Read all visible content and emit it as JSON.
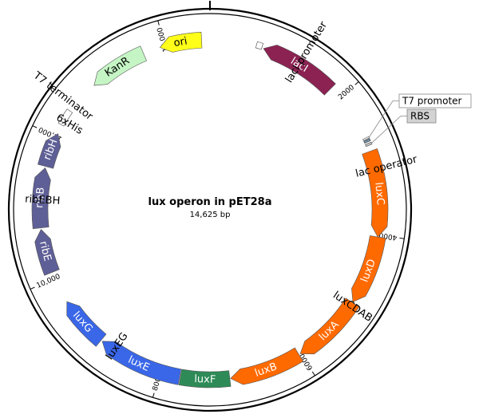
{
  "map": {
    "title": "lux operon in pET28a",
    "length_label": "14,625 bp",
    "length_bp": 14625
  },
  "ticks": [
    {
      "label": "2000",
      "bp": 2000
    },
    {
      "label": "4000",
      "bp": 4000
    },
    {
      "label": "6000",
      "bp": 6000
    },
    {
      "label": "8000",
      "bp": 8000
    },
    {
      "label": "10,000",
      "bp": 10000
    },
    {
      "label": "12,000",
      "bp": 12000
    },
    {
      "label": "14,000",
      "bp": 14000
    }
  ],
  "features": [
    {
      "name": "lacI",
      "color": "#8b2252",
      "text_color": "#ffffff",
      "strand": "reverse",
      "start": 745,
      "end": 1824
    },
    {
      "name": "luxC",
      "color": "#ff6a00",
      "text_color": "#ffffff",
      "strand": "forward",
      "start": 2840,
      "end": 4030
    },
    {
      "name": "luxD",
      "color": "#ff6a00",
      "text_color": "#ffffff",
      "strand": "forward",
      "start": 4030,
      "end": 4990
    },
    {
      "name": "luxA",
      "color": "#ff6a00",
      "text_color": "#ffffff",
      "strand": "forward",
      "start": 5000,
      "end": 6010
    },
    {
      "name": "luxB",
      "color": "#ff6a00",
      "text_color": "#ffffff",
      "strand": "forward",
      "start": 6030,
      "end": 7030
    },
    {
      "name": "luxF",
      "color": "#2e8b57",
      "text_color": "#ffffff",
      "strand": "none",
      "start": 7040,
      "end": 7720
    },
    {
      "name": "luxE",
      "color": "#3a67e8",
      "text_color": "#ffffff",
      "strand": "forward",
      "start": 7730,
      "end": 8910
    },
    {
      "name": "luxG",
      "color": "#3a67e8",
      "text_color": "#ffffff",
      "strand": "forward",
      "start": 8930,
      "end": 9640
    },
    {
      "name": "ribE",
      "color": "#5f5f97",
      "text_color": "#ffffff",
      "strand": "forward",
      "start": 10090,
      "end": 10700
    },
    {
      "name": "ribB",
      "color": "#5f5f97",
      "text_color": "#ffffff",
      "strand": "forward",
      "start": 10720,
      "end": 11550
    },
    {
      "name": "ribH",
      "color": "#5f5f97",
      "text_color": "#ffffff",
      "strand": "forward",
      "start": 11570,
      "end": 12050
    },
    {
      "name": "KanR",
      "color": "#c5f5c5",
      "text_color": "#000000",
      "strand": "reverse",
      "start": 12880,
      "end": 13690
    },
    {
      "name": "ori",
      "color": "#ffff1a",
      "text_color": "#000000",
      "strand": "reverse",
      "start": 13930,
      "end": 14510
    }
  ],
  "small_features": [
    {
      "name": "lac operator",
      "color": "#6f8fa8",
      "start": 2680,
      "end": 2710
    },
    {
      "name": "RBS",
      "color": "#bfbfbf",
      "start": 2730,
      "end": 2760
    },
    {
      "name": "T7 promoter",
      "color": "#ffffff",
      "start": 2650,
      "end": 2670
    },
    {
      "name": "lacI promoter",
      "color": "#ffffff",
      "start": 640,
      "end": 720
    },
    {
      "name": "6xHis",
      "color": "#ffffff",
      "start": 12180,
      "end": 12220
    },
    {
      "name": "T7 terminator",
      "color": "#ffffff",
      "start": 12260,
      "end": 12400
    }
  ],
  "outer_labels": [
    {
      "text": "lacI promoter",
      "bp": 1280
    },
    {
      "text": "lac operator",
      "bp": 3100
    },
    {
      "text": "luxCDAB",
      "bp": 5050
    },
    {
      "text": "luxEG",
      "bp": 8700
    },
    {
      "text": "ribEBH",
      "bp": 11100
    },
    {
      "text": "6xHis",
      "bp": 12240
    },
    {
      "text": "T7 terminator",
      "bp": 12500
    }
  ],
  "callouts": [
    {
      "text": "T7 promoter",
      "bp": 2660
    },
    {
      "text": "RBS",
      "bp": 2745
    }
  ]
}
